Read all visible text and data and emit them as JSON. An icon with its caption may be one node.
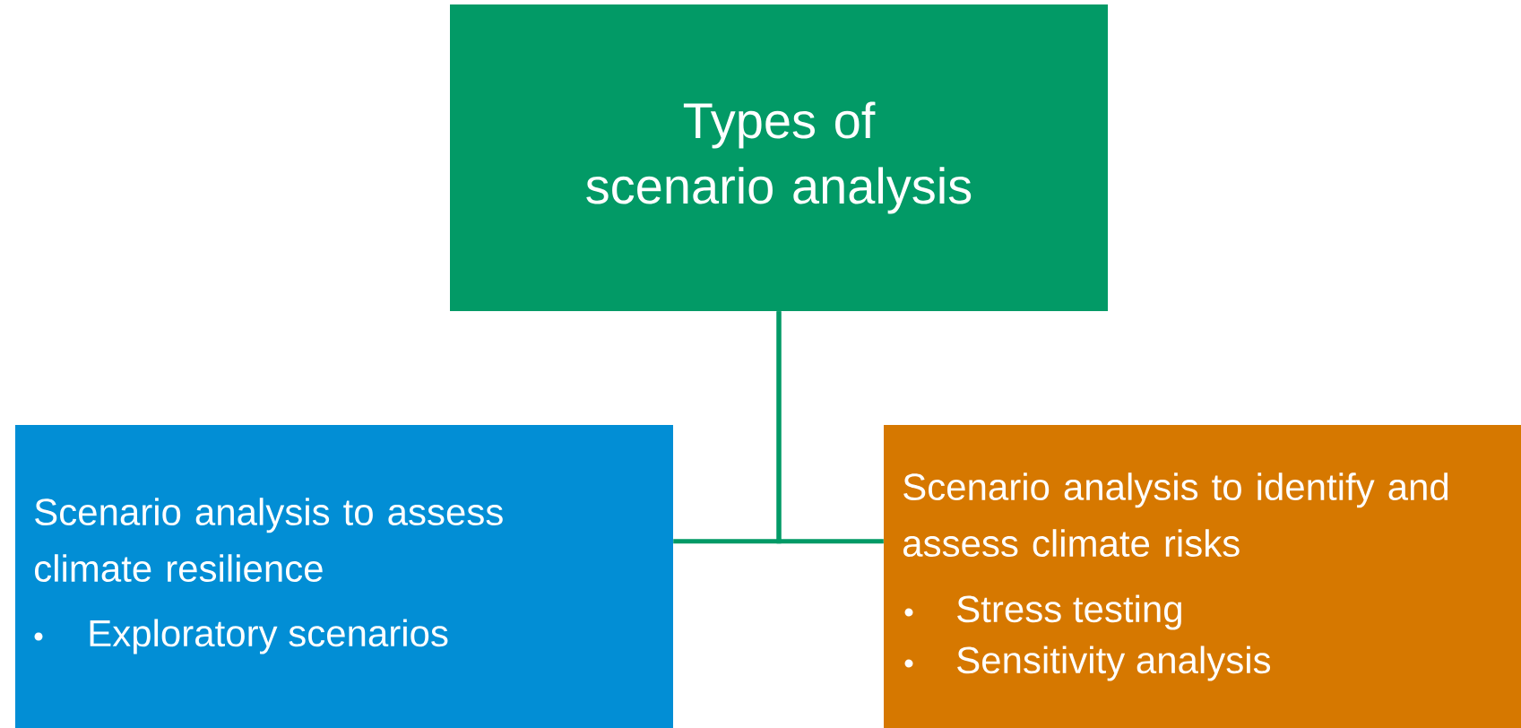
{
  "diagram": {
    "nodes": [
      {
        "text": [
          "Types of scenario analysis"
        ]
      },
      {
        "text": [
          "Scenario analysis to assess climate resilience",
          "Exploratory scenarios"
        ]
      },
      {
        "text": [
          "Scenario analysis to identify and assess climate risks",
          "Stress testing",
          "Sensitivity analysis"
        ]
      }
    ],
    "edges": [
      {
        "from": 0,
        "to": 1,
        "arrow": "none"
      },
      {
        "from": 0,
        "to": 2,
        "arrow": "none"
      }
    ]
  }
}
